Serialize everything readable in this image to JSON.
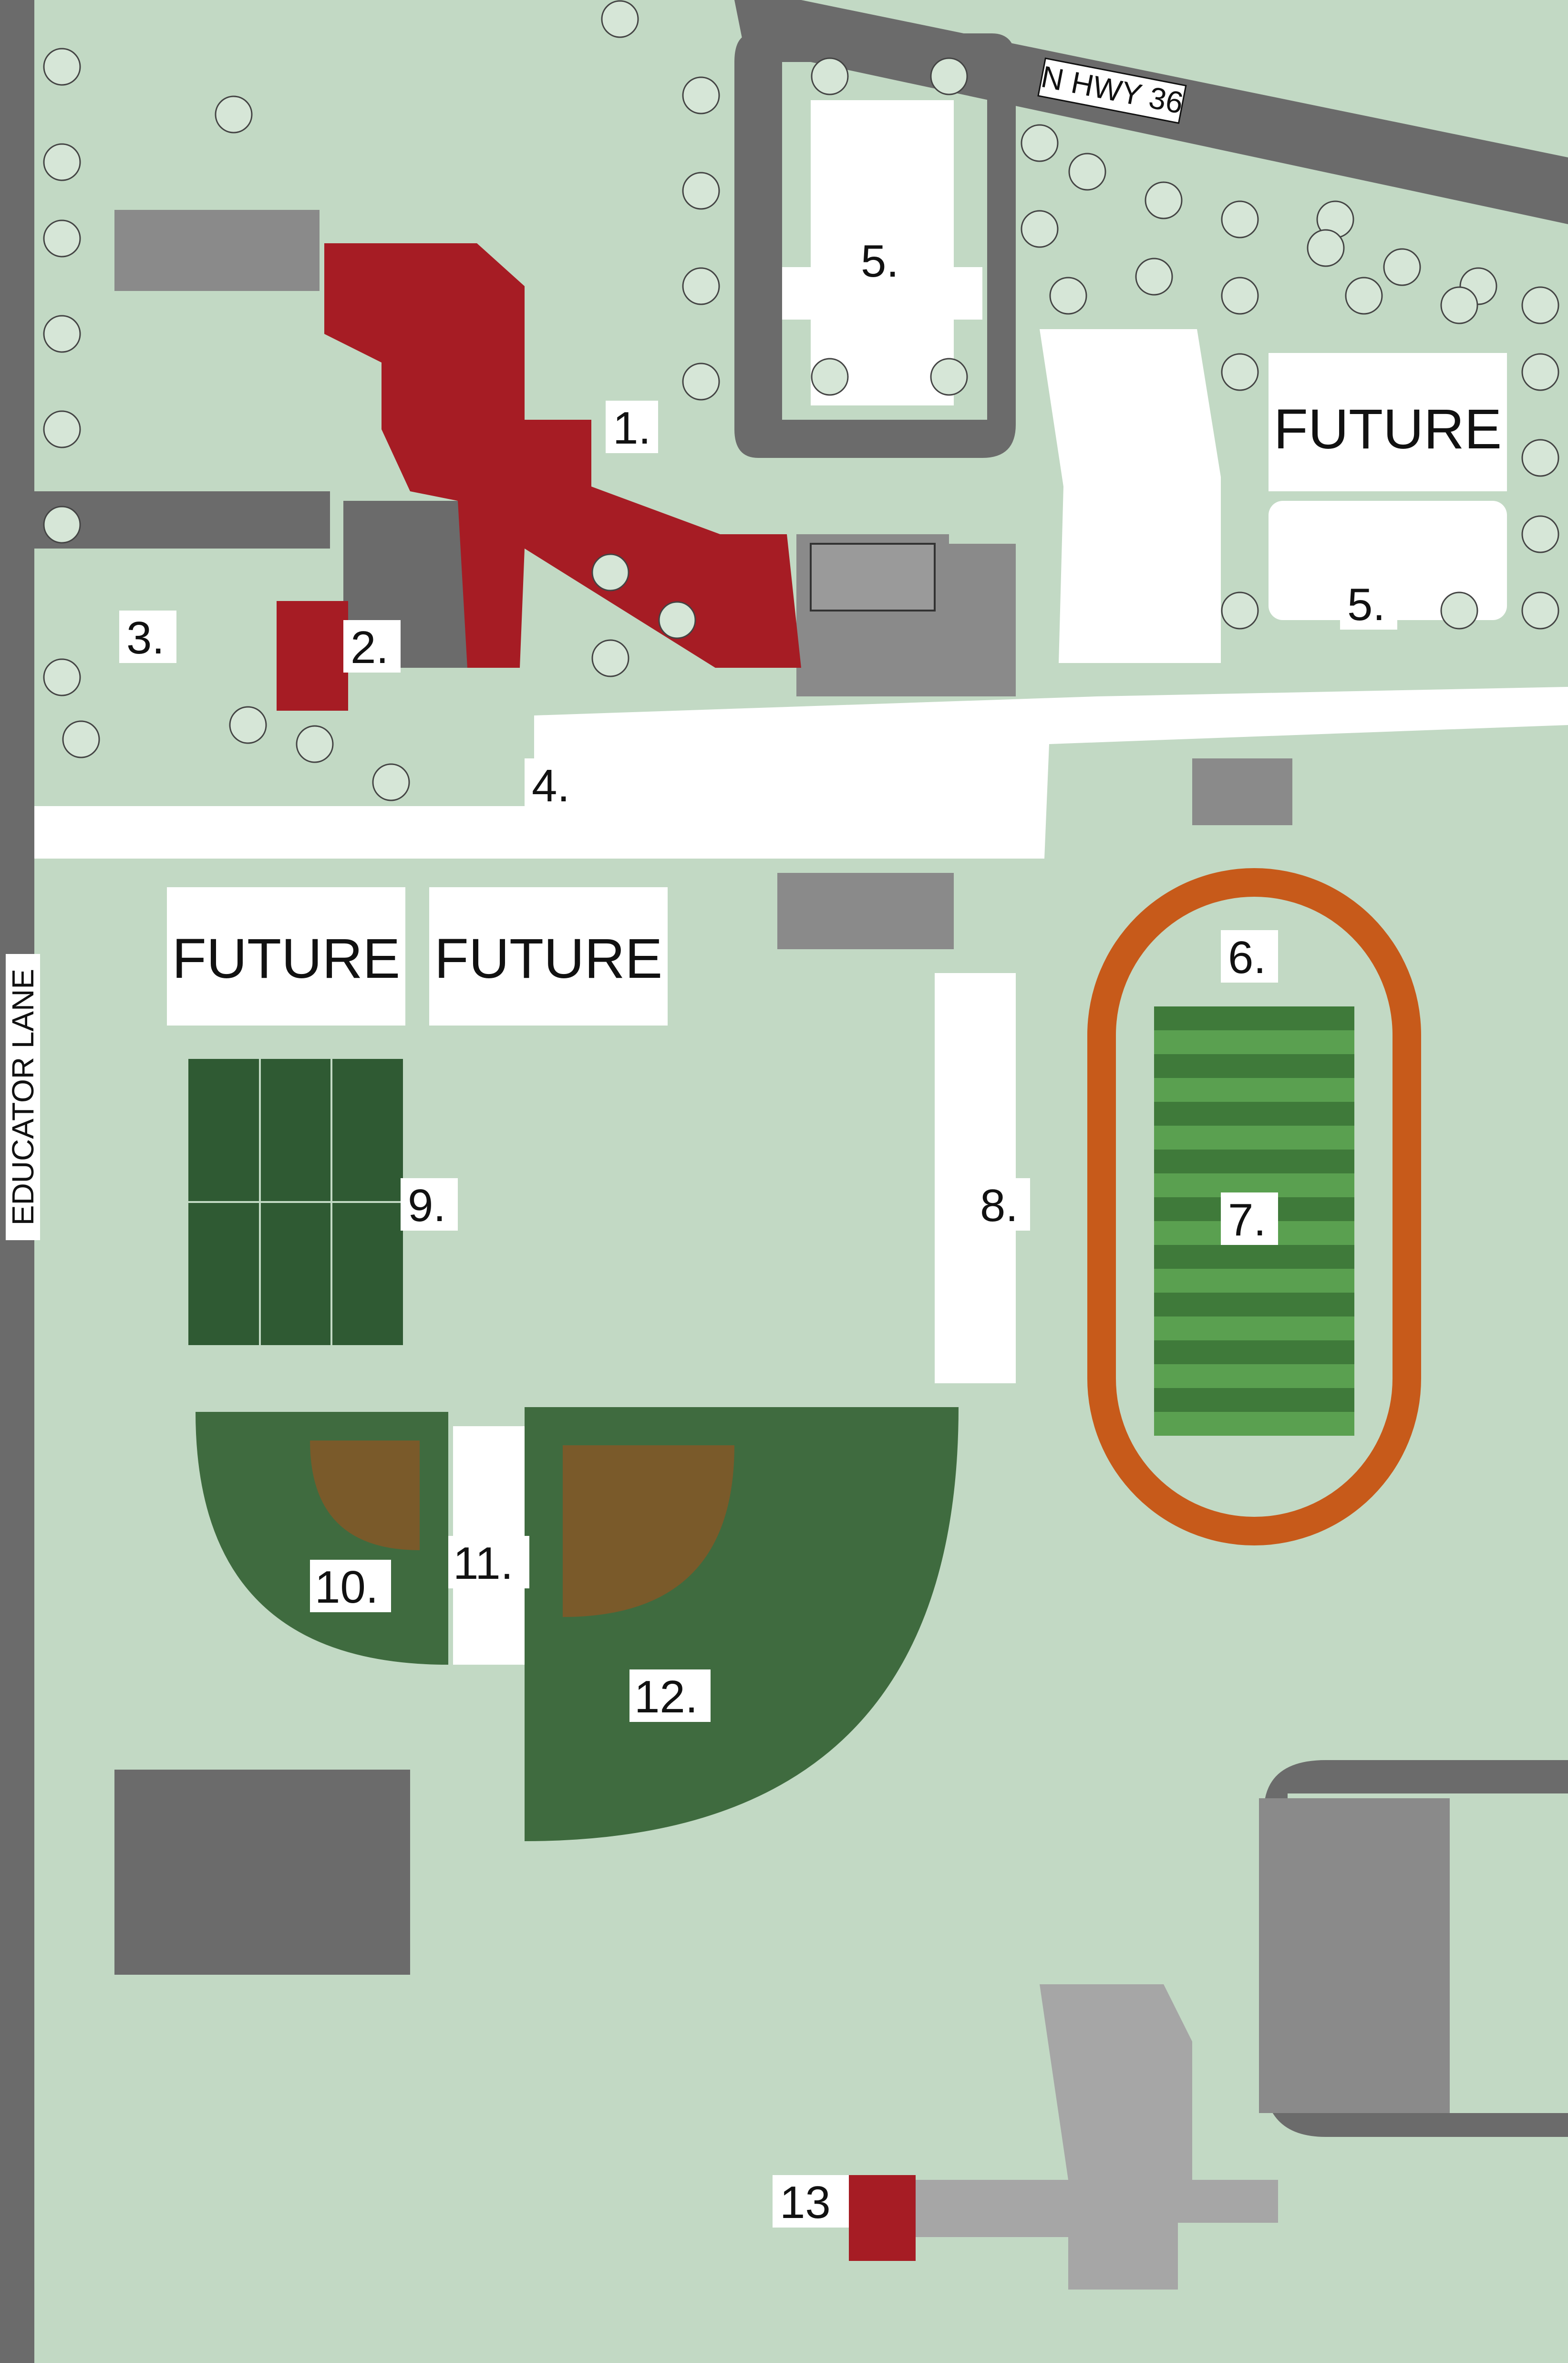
{
  "roads": {
    "highway": "N HWY 36",
    "lane": "EDUCATOR LANE"
  },
  "future_areas": [
    {
      "id": "future-east",
      "label": "FUTURE"
    },
    {
      "id": "future-west-1",
      "label": "FUTURE"
    },
    {
      "id": "future-west-2",
      "label": "FUTURE"
    }
  ],
  "site_labels": [
    {
      "id": "label-1",
      "text": "1."
    },
    {
      "id": "label-2",
      "text": "2."
    },
    {
      "id": "label-3",
      "text": "3."
    },
    {
      "id": "label-4",
      "text": "4."
    },
    {
      "id": "label-5a",
      "text": "5."
    },
    {
      "id": "label-5b",
      "text": "5."
    },
    {
      "id": "label-6",
      "text": "6."
    },
    {
      "id": "label-7",
      "text": "7."
    },
    {
      "id": "label-8",
      "text": "8."
    },
    {
      "id": "label-9",
      "text": "9."
    },
    {
      "id": "label-10",
      "text": "10."
    },
    {
      "id": "label-11",
      "text": "11."
    },
    {
      "id": "label-12",
      "text": "12."
    },
    {
      "id": "label-13",
      "text": "13"
    }
  ],
  "colors": {
    "grass": "#c2d9c4",
    "road": "#6b6b6b",
    "existing_building": "#8a8a8a",
    "new_building": "#a61c24",
    "paving": "#ffffff",
    "field_dark": "#3f6b3f",
    "infield": "#7a5a2a",
    "track": "#c75a1a",
    "football_light": "#5aa050",
    "football_dark": "#3f7a3a",
    "tennis": "#2f5a33"
  }
}
